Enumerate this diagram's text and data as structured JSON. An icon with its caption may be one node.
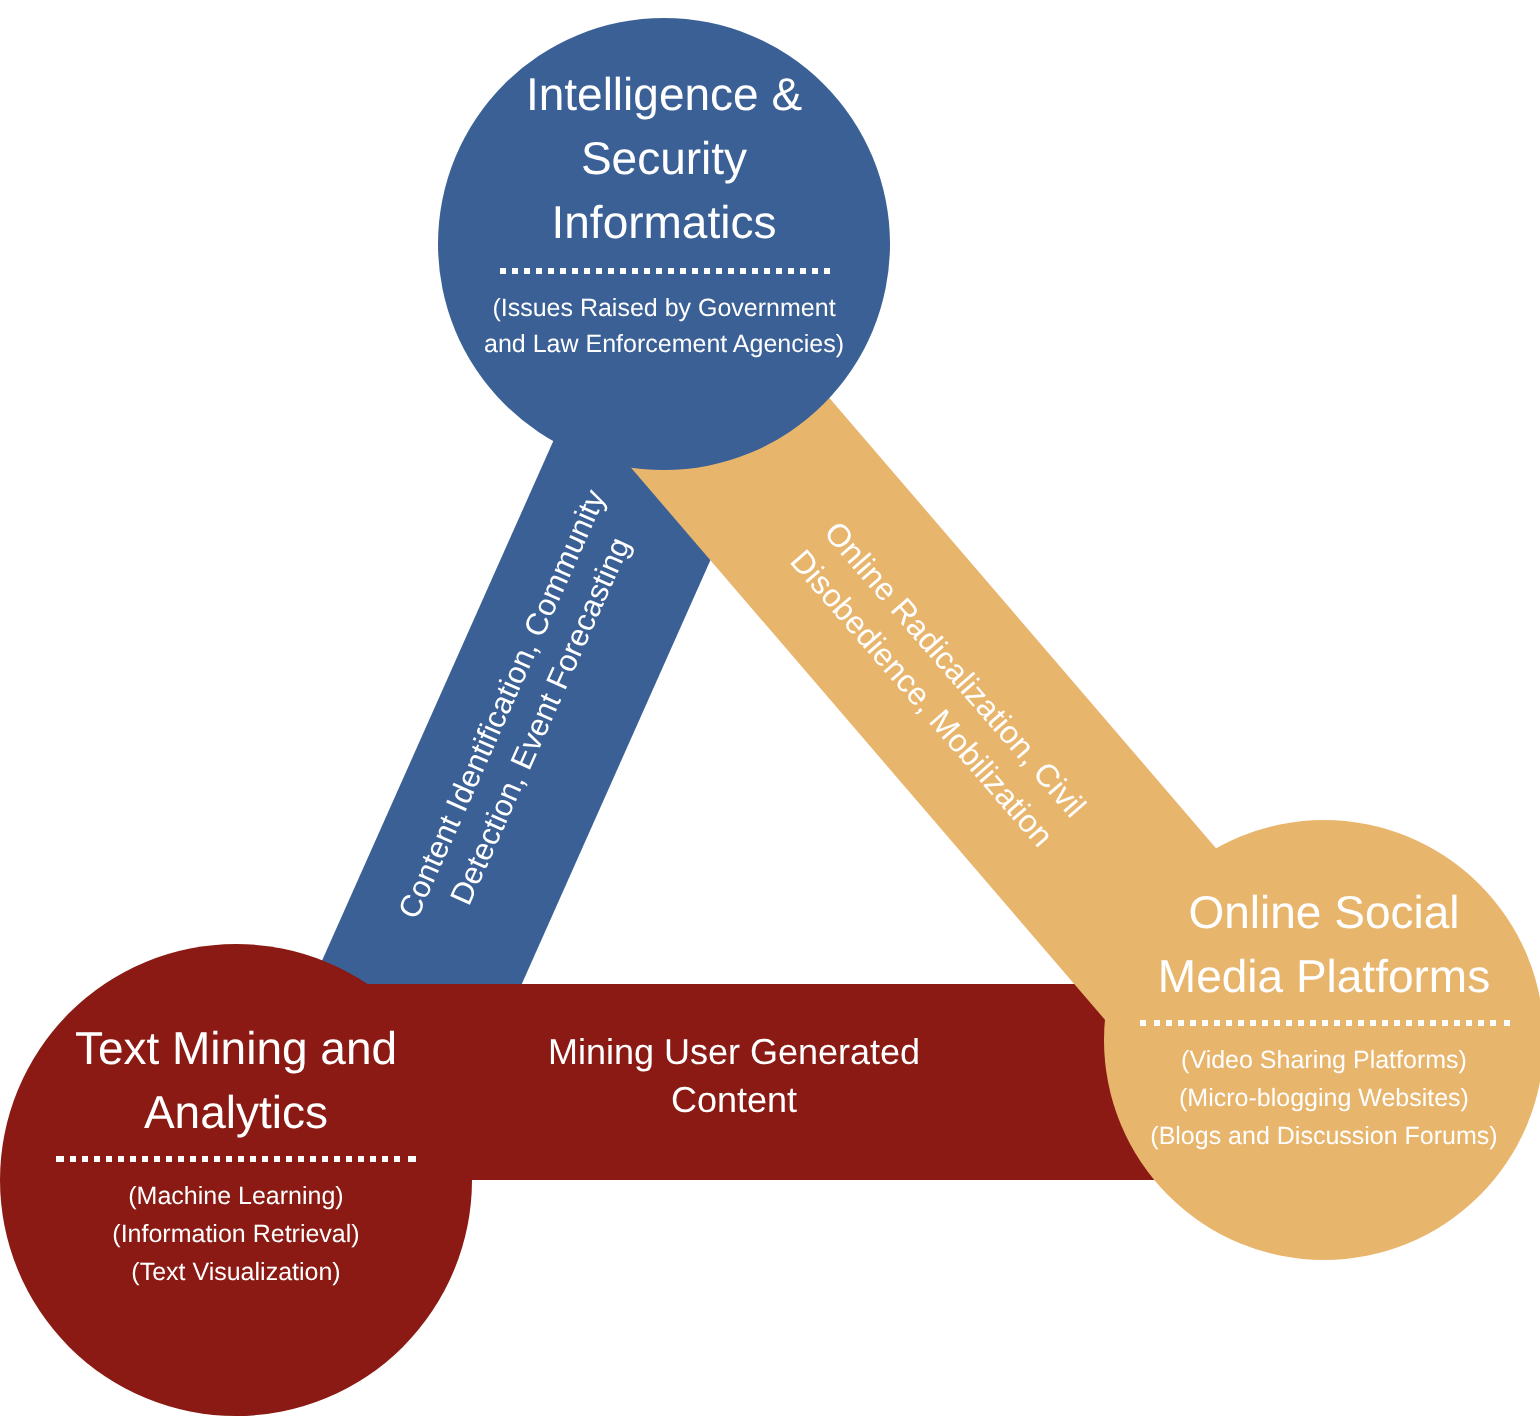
{
  "diagram": {
    "nodes": [
      {
        "text": [
          "Intelligence & Security Informatics",
          "(Issues Raised by Government and Law Enforcement Agencies)"
        ]
      },
      {
        "text": [
          "Online Social Media Platforms",
          "(Video Sharing Platforms)",
          "(Micro-blogging Websites)",
          "(Blogs and Discussion Forums)"
        ]
      },
      {
        "text": [
          "Text Mining and Analytics",
          "(Machine Learning)",
          "(Information Retrieval)",
          "(Text Visualization)"
        ]
      }
    ],
    "edges": [
      {
        "from": 0,
        "to": 2,
        "arrow": "none",
        "label": "Content Identification, Community Detection, Event Forecasting",
        "color": "#3b6095"
      },
      {
        "from": 0,
        "to": 1,
        "arrow": "none",
        "label": "Online Radicalization, Civil Disobedience, Mobilization",
        "color": "#e8b56d"
      },
      {
        "from": 2,
        "to": 1,
        "arrow": "none",
        "label": "Mining User Generated Content",
        "color": "#8a1a13"
      }
    ]
  }
}
